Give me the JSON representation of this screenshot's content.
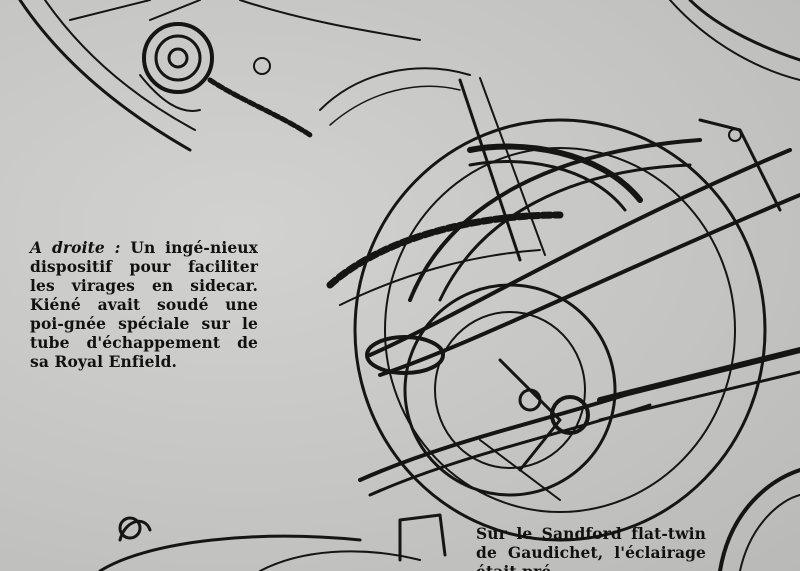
{
  "captions": {
    "left": {
      "lead": "A droite :",
      "text": " Un ingé-nieux dispositif pour faciliter les virages en sidecar. Kiéné avait soudé une poi-gnée spéciale sur le tube d'échappement de sa Royal Enfield."
    },
    "bottom": {
      "text": "Sur le Sandford flat-twin de Gaudichet, l'éclairage était pré-"
    }
  },
  "colors": {
    "paper": "#c9c9c7",
    "ink": "#111111"
  }
}
